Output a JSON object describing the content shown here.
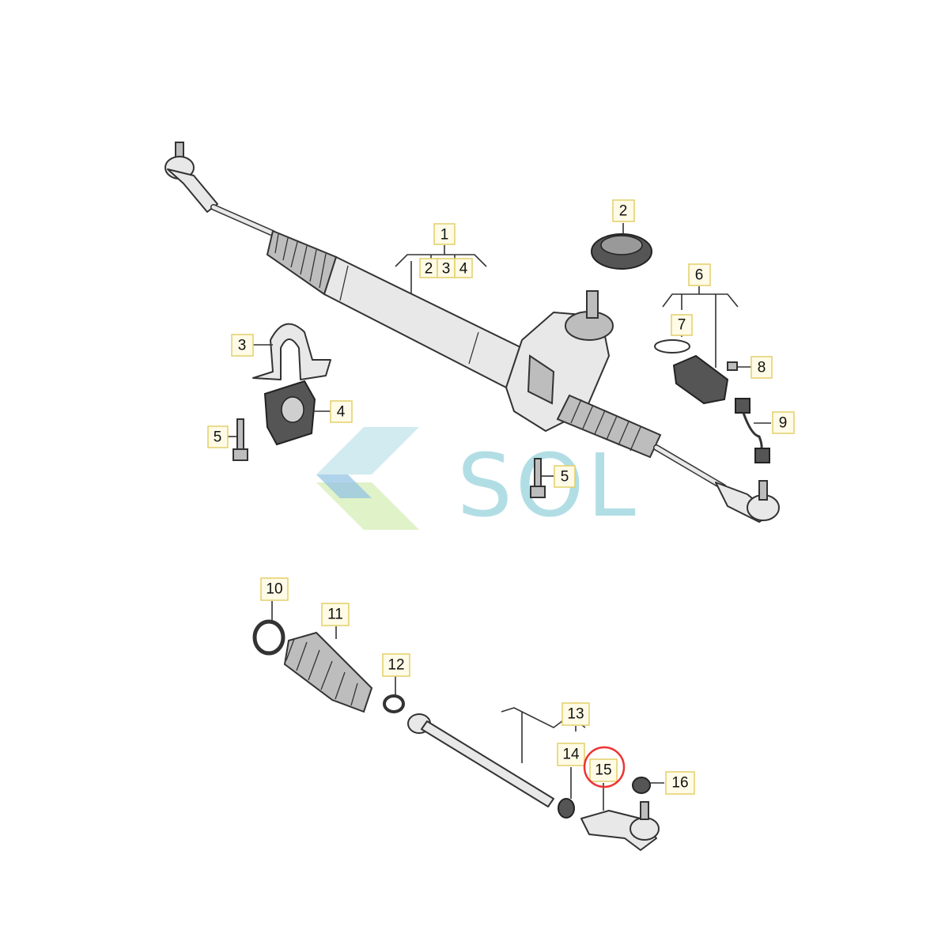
{
  "callouts": {
    "c1": "1",
    "c1_sub_2": "2",
    "c1_sub_3": "3",
    "c1_sub_4": "4",
    "c2": "2",
    "c3": "3",
    "c4": "4",
    "c5a": "5",
    "c5b": "5",
    "c6": "6",
    "c7": "7",
    "c8": "8",
    "c9": "9",
    "c10": "10",
    "c11": "11",
    "c12": "12",
    "c13": "13",
    "c14": "14",
    "c15": "15",
    "c16": "16"
  },
  "watermark": {
    "text": "SOL"
  },
  "colors": {
    "highlight": "#e33333",
    "watermark": "#9ed7de",
    "callout_fill": "#fffbe6"
  }
}
